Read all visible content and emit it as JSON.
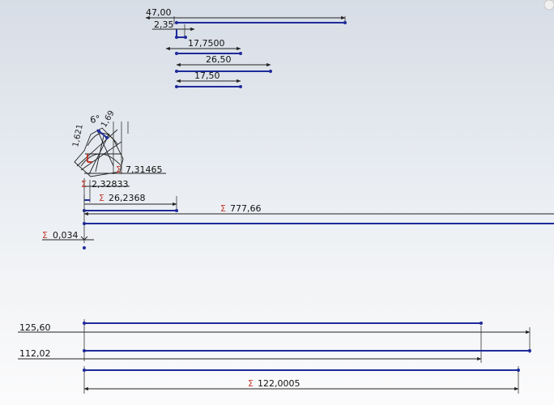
{
  "dimensions": {
    "d1": "47,00",
    "d2": "2,35",
    "d3": "17,7500",
    "d4": "26,50",
    "d5": "17,50",
    "d6": "7,31465",
    "d7": "2,32833",
    "d8": "26,2368",
    "d9": "777,66",
    "d10": "0,034",
    "d11": "125,60",
    "d12": "112,02",
    "d13": "122,0005"
  },
  "cluster_labels": {
    "angle": "6°",
    "v1": "1,621",
    "v2": "1,69"
  },
  "symbols": {
    "sigma": "Σ"
  },
  "colors": {
    "geometry": "#1f2a9a",
    "dimension": "#222222",
    "sigma": "#c0392b"
  }
}
